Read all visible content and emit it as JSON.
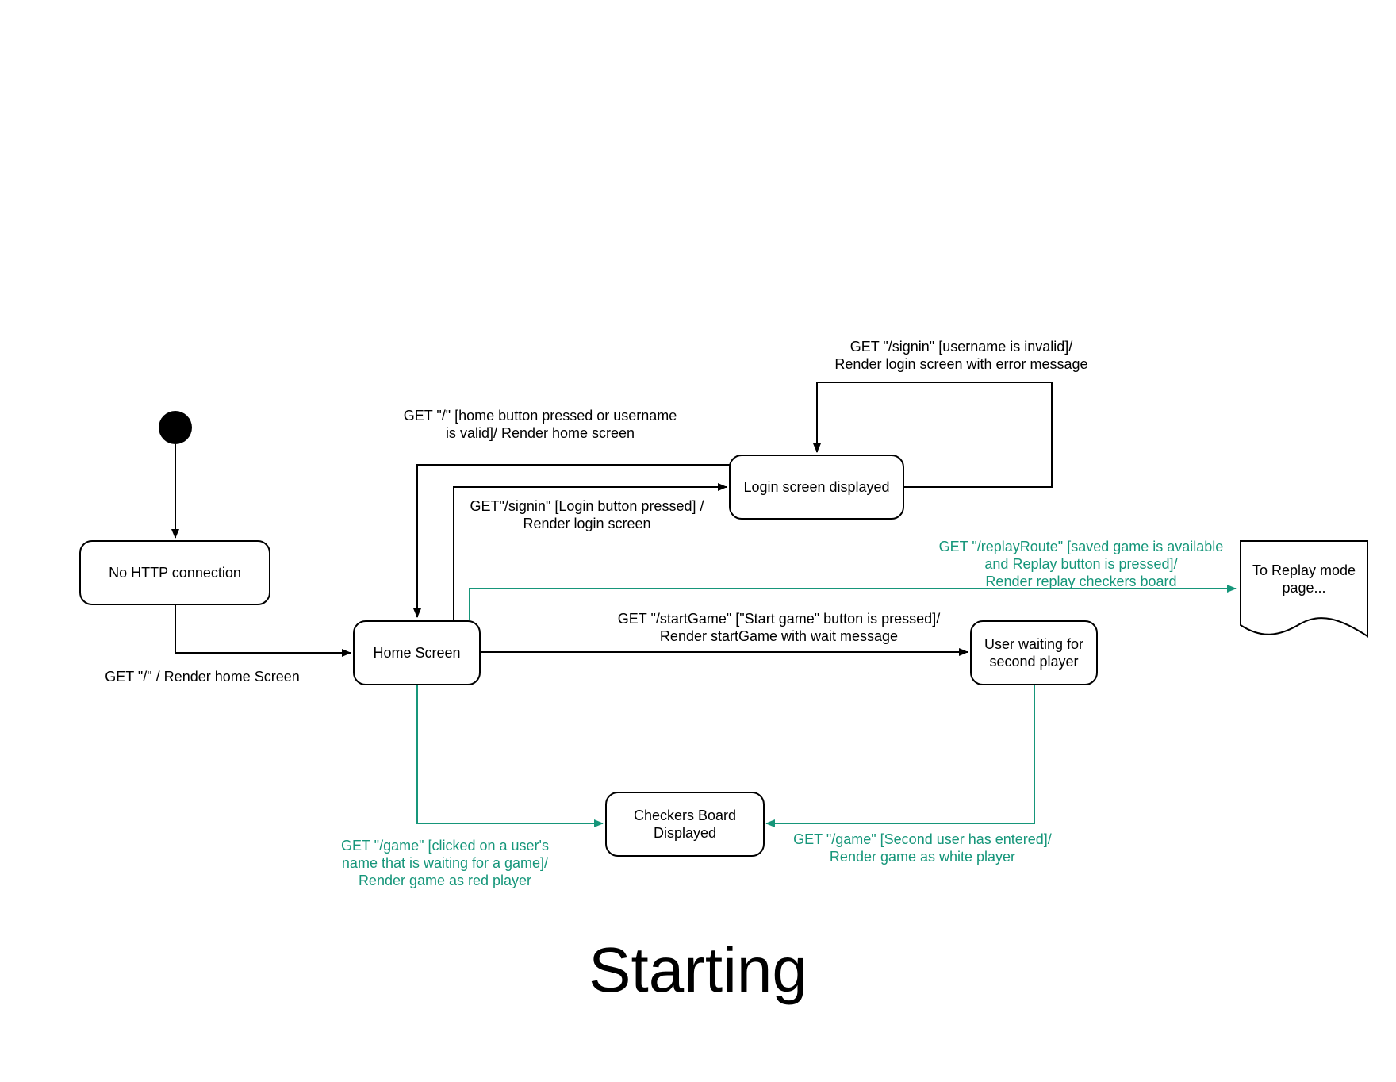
{
  "title": "Starting",
  "colors": {
    "black": "#000000",
    "green": "#16967a"
  },
  "states": {
    "initial": "initial-state",
    "no_http": "No HTTP connection",
    "home": "Home Screen",
    "login": "Login screen displayed",
    "waiting": "User waiting for\nsecond player",
    "checkers": "Checkers Board\nDisplayed",
    "replay": "To Replay mode\npage..."
  },
  "transitions": {
    "initial_to_home": "GET \"/\" / Render home Screen",
    "login_self": "GET \"/signin\" [username is invalid]/\nRender login screen with error message",
    "login_to_home": "GET \"/\" [home button pressed or username\nis valid]/ Render home screen",
    "home_to_login": "GET\"/signin\" [Login button pressed] /\nRender login screen",
    "home_to_replay": "GET \"/replayRoute\" [saved game is available\nand Replay button is pressed]/\nRender replay checkers board",
    "home_to_waiting": "GET \"/startGame\" [\"Start game\" button is pressed]/\nRender startGame with wait message",
    "home_to_checkers": "GET \"/game\" [clicked on a user's\nname that is waiting for a game]/\nRender game as red player",
    "waiting_to_checkers": "GET \"/game\" [Second user has entered]/\nRender game as white player"
  }
}
